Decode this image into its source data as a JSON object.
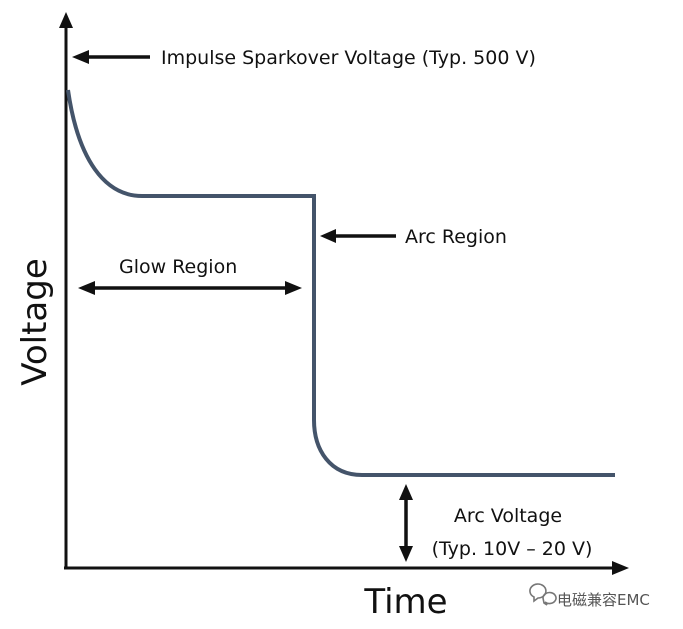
{
  "labels": {
    "impulse_sparkover": "Impulse Sparkover Voltage (Typ. 500 V)",
    "arc_region": "Arc Region",
    "glow_region": "Glow Region",
    "arc_voltage_line1": "Arc Voltage",
    "arc_voltage_line2": "(Typ. 10V – 20 V)"
  },
  "axes": {
    "y_title": "Voltage",
    "x_title": "Time"
  },
  "watermark": {
    "text": "电磁兼容EMC",
    "icon": "wechat-icon"
  },
  "colors": {
    "curve": "#44546a",
    "axis": "#111111"
  }
}
